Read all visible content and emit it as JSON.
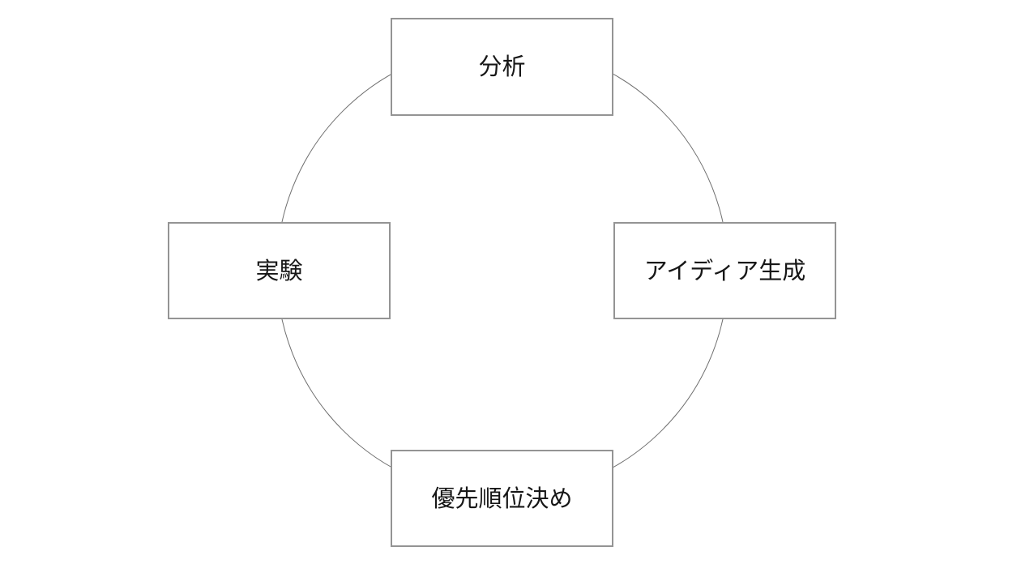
{
  "diagram": {
    "type": "cycle",
    "background_color": "#ffffff",
    "circle": {
      "stroke_color": "#6f6f6f"
    },
    "node_style": {
      "fill_color": "#ffffff",
      "border_color": "#949494",
      "text_color": "#171717"
    },
    "nodes": [
      {
        "id": "analysis",
        "position": "top",
        "label": "分析"
      },
      {
        "id": "idea-generation",
        "position": "right",
        "label": "アイディア生成"
      },
      {
        "id": "prioritization",
        "position": "bottom",
        "label": "優先順位決め"
      },
      {
        "id": "experiment",
        "position": "left",
        "label": "実験"
      }
    ]
  }
}
